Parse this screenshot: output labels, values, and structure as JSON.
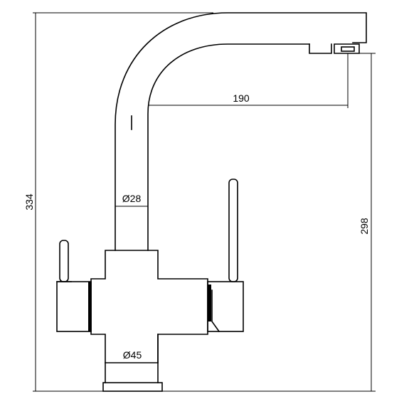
{
  "dimensions": {
    "total_height": "334",
    "spout_height": "298",
    "spout_reach": "190",
    "pipe_diameter": "Ø28",
    "base_diameter": "Ø45"
  }
}
